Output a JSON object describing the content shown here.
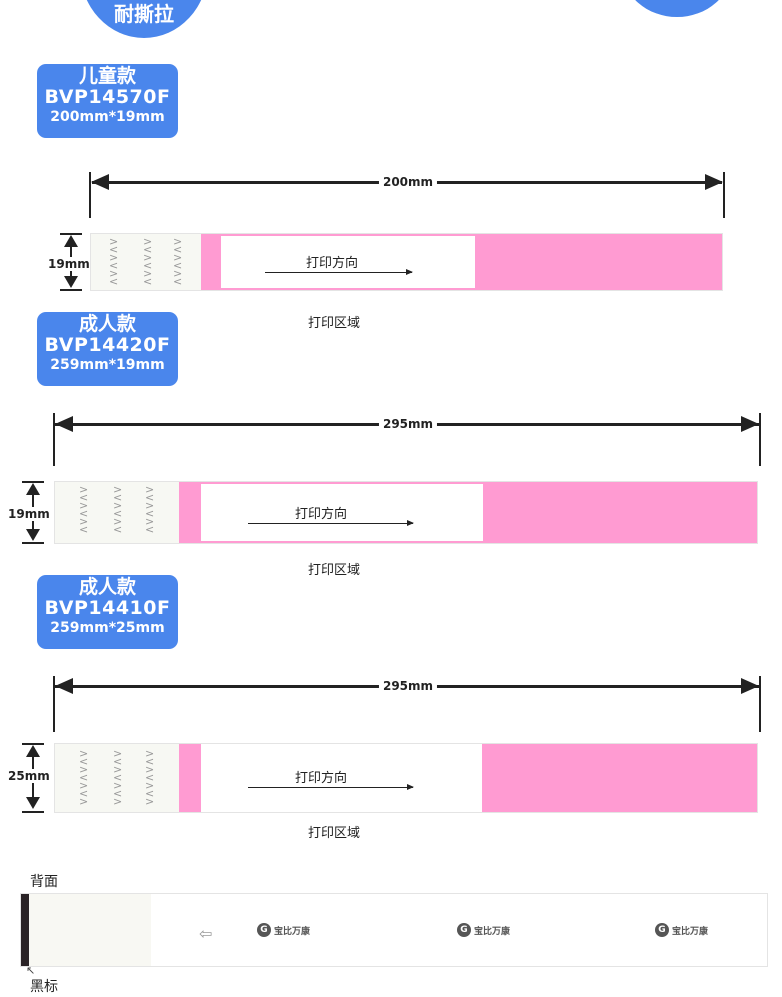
{
  "header": {
    "circle_left_text": "耐撕拉"
  },
  "products": [
    {
      "type": "儿童款",
      "model": "BVP14570F",
      "size": "200mm*19mm",
      "length_label": "200mm",
      "width_label": "19mm",
      "direction": "打印方向",
      "area": "打印区域"
    },
    {
      "type": "成人款",
      "model": "BVP14420F",
      "size": "259mm*19mm",
      "length_label": "295mm",
      "width_label": "19mm",
      "direction": "打印方向",
      "area": "打印区域"
    },
    {
      "type": "成人款",
      "model": "BVP14410F",
      "size": "259mm*25mm",
      "length_label": "295mm",
      "width_label": "25mm",
      "direction": "打印方向",
      "area": "打印区域"
    }
  ],
  "back": {
    "title": "背面",
    "black_mark": "黑标",
    "logo_text": "宝比万康"
  },
  "colors": {
    "accent": "#4a86ec",
    "pink": "#ff9bd2"
  }
}
